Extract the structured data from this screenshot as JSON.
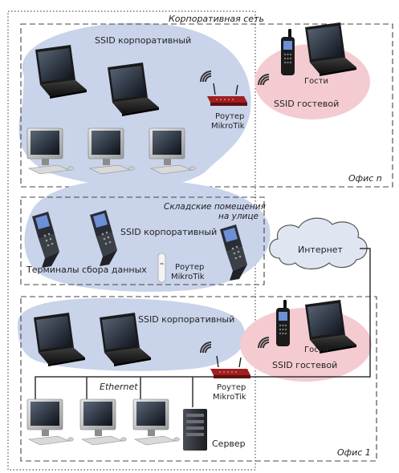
{
  "corporate_network": {
    "label": "Корпоративная сеть"
  },
  "office_n": {
    "label": "Офис n",
    "ssid_corporate": "SSID корпоративный",
    "ssid_guest": "SSID гостевой",
    "guests": "Гости",
    "router_line1": "Роутер",
    "router_line2": "MikroTik"
  },
  "warehouse": {
    "label_line1": "Складские помещения",
    "label_line2": "на улице",
    "ssid_corporate": "SSID корпоративный",
    "terminals": "Терминалы сбора данных",
    "router_line1": "Роутер",
    "router_line2": "MikroTik"
  },
  "internet": {
    "label": "Интернет"
  },
  "office_1": {
    "label": "Офис 1",
    "ssid_corporate": "SSID корпоративный",
    "ssid_guest": "SSID гостевой",
    "guests": "Гости",
    "ethernet": "Ethernet",
    "router_line1": "Роутер",
    "router_line2": "MikroTik",
    "server": "Сервер"
  },
  "colors": {
    "corporate_zone": "#c9d3ea",
    "guest_zone": "#f4cbd1",
    "router": "#8b1d1d",
    "cloud": "#dfe6f2"
  }
}
